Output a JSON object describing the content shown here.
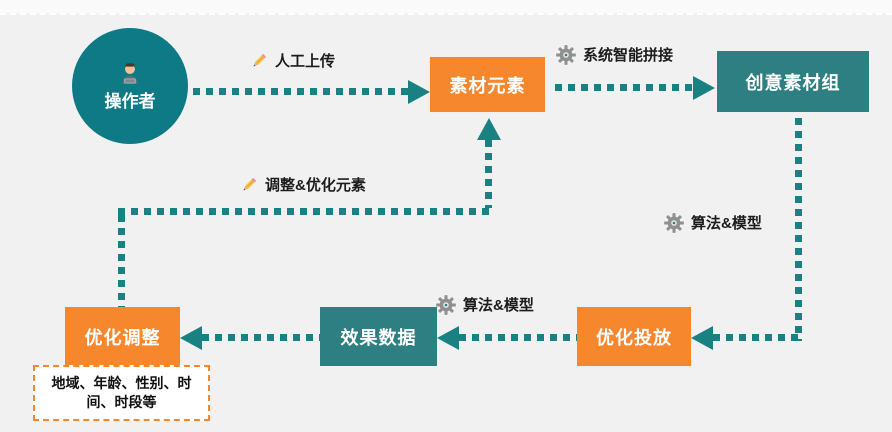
{
  "colors": {
    "background": "#f1f1f2",
    "top_band": "#fafafa",
    "orange": "#f6872c",
    "teal_box": "#2e7f81",
    "teal_circle": "#0d7a85",
    "arrow": "#1a8183",
    "label_text": "#1c1c1c",
    "node_text": "#ffffff",
    "note_bg": "#ffffff"
  },
  "nodes": {
    "operator": {
      "label": "操作者",
      "shape": "circle",
      "color": "#0d7a85"
    },
    "material_elements": {
      "label": "素材元素",
      "color": "#f6872c"
    },
    "creative_material_group": {
      "label": "创意素材组",
      "color": "#2e7f81"
    },
    "optimized_delivery": {
      "label": "优化投放",
      "color": "#f6872c"
    },
    "performance_data": {
      "label": "效果数据",
      "color": "#2e7f81"
    },
    "optimization_adjustment": {
      "label": "优化调整",
      "color": "#f6872c"
    },
    "adjustment_note": {
      "label": "地域、年龄、性别、时间、时段等"
    }
  },
  "edge_labels": {
    "manual_upload": {
      "icon": "pencil-icon",
      "text": "人工上传"
    },
    "system_smart_stitching": {
      "icon": "gear-icon",
      "text": "系统智能拼接"
    },
    "algorithm_model_right": {
      "icon": "gear-icon",
      "text": "算法&模型"
    },
    "algorithm_model_bottom": {
      "icon": "gear-icon",
      "text": "算法&模型"
    },
    "adjust_optimize_elements": {
      "icon": "pencil-icon",
      "text": "调整&优化元素"
    }
  },
  "icons": {
    "pencil": "✏️",
    "gear": "⚙️",
    "person": "👨‍💻"
  }
}
